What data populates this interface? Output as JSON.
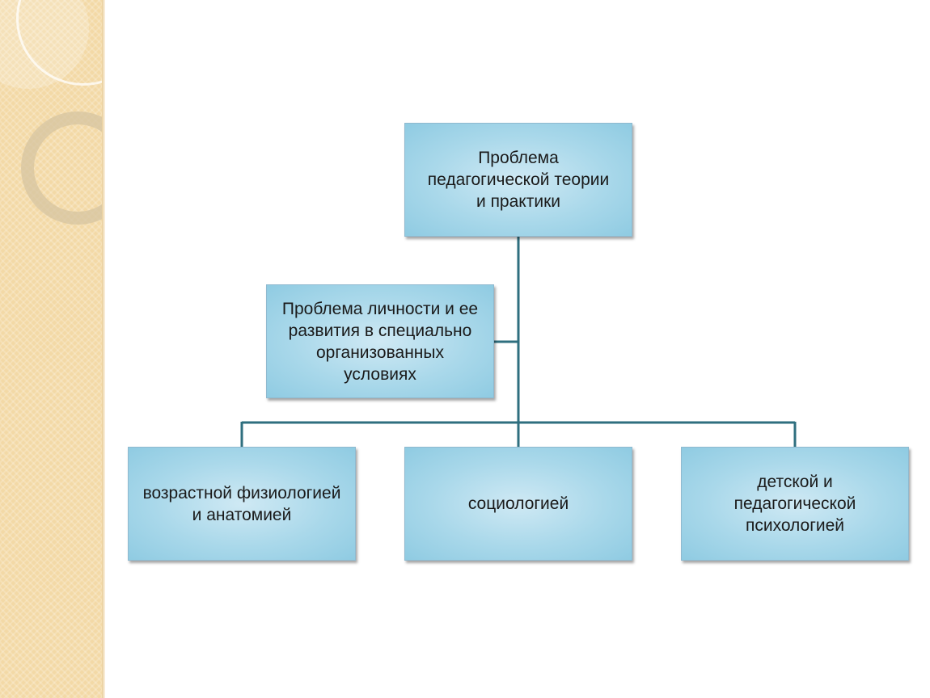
{
  "diagram": {
    "root": {
      "label": "Проблема\nпедагогической теории\nи практики"
    },
    "middle": {
      "label": "Проблема личности и ее\nразвития в специально\nорганизованных\nусловиях"
    },
    "children": [
      {
        "label": "возрастной физиологией\nи анатомией"
      },
      {
        "label": "социологией"
      },
      {
        "label": "детской и\nпедагогической\nпсихологией"
      }
    ]
  },
  "colors": {
    "connector": "#2f6f7f",
    "box_fill": "#a9d8ea",
    "side_panel": "#f3d9a6"
  }
}
